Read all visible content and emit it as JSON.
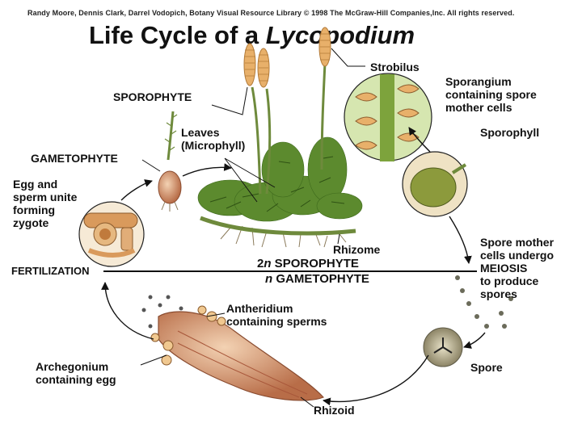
{
  "copyright": "Randy Moore, Dennis Clark, Darrel Vodopich, Botany Visual Resource Library © 1998 The McGraw-Hill Companies,Inc. All rights reserved.",
  "title": {
    "main": "Life Cycle of a ",
    "genus": "Lycopodium"
  },
  "labels": {
    "strobilus": "Strobilus",
    "sporangium": [
      "Sporangium",
      "containing spore",
      "mother cells"
    ],
    "sporophyll": "Sporophyll",
    "sporophyte": "SPOROPHYTE",
    "leaves": [
      "Leaves",
      "(Microphyll)"
    ],
    "gametophyte": "GAMETOPHYTE",
    "egg_sperm": [
      "Egg and",
      "sperm unite",
      "forming",
      "zygote"
    ],
    "rhizome": "Rhizome",
    "fertilization": "FERTILIZATION",
    "ploidy_2n_prefix": "2",
    "ploidy_2n_var": "n",
    "ploidy_2n_word": " SPOROPHYTE",
    "ploidy_n_var": "n",
    "ploidy_n_word": " GAMETOPHYTE",
    "meiosis": [
      "Spore mother",
      "cells undergo",
      "MEIOSIS",
      "to produce",
      "spores"
    ],
    "antheridium": [
      "Antheridium",
      "containing sperms"
    ],
    "archegonium": [
      "Archegonium",
      "containing egg"
    ],
    "spore": "Spore",
    "rhizoid": "Rhizoid"
  }
}
